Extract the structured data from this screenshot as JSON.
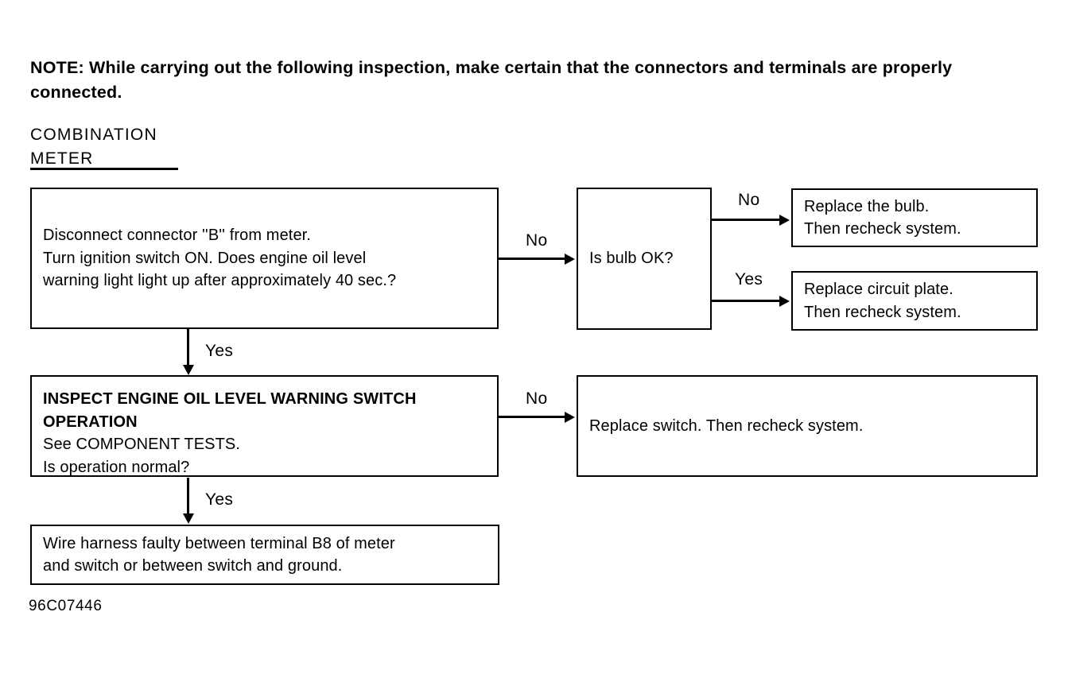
{
  "note": "NOTE:  While carrying out the following inspection, make certain that the connectors and terminals are properly connected.",
  "section_title": "COMBINATION\nMETER",
  "figure_id": "96C07446",
  "boxes": {
    "start": {
      "lines": [
        "Disconnect connector ''B'' from meter.",
        "Turn ignition switch ON. Does engine oil level",
        "warning light light up after approximately 40 sec.?"
      ]
    },
    "bulb": {
      "lines": [
        "Is bulb OK?"
      ]
    },
    "replace_bulb": {
      "lines": [
        "Replace the bulb.",
        "Then recheck system."
      ]
    },
    "replace_plate": {
      "lines": [
        "Replace circuit plate.",
        "Then recheck system."
      ]
    },
    "inspect": {
      "heading": [
        "INSPECT ENGINE OIL LEVEL WARNING SWITCH",
        "OPERATION"
      ],
      "lines": [
        "See COMPONENT TESTS.",
        "Is operation normal?"
      ]
    },
    "replace_switch": {
      "lines": [
        "Replace switch. Then recheck system."
      ]
    },
    "wire_harness": {
      "lines": [
        "Wire harness faulty between terminal B8 of meter",
        "and switch or between switch and ground."
      ]
    }
  },
  "edges": {
    "start_to_bulb": "No",
    "start_to_inspect": "Yes",
    "bulb_to_replace_bulb": "No",
    "bulb_to_replace_plate": "Yes",
    "inspect_to_replace_switch": "No",
    "inspect_to_wire": "Yes"
  },
  "colors": {
    "ink": "#000000",
    "paper": "#ffffff"
  }
}
